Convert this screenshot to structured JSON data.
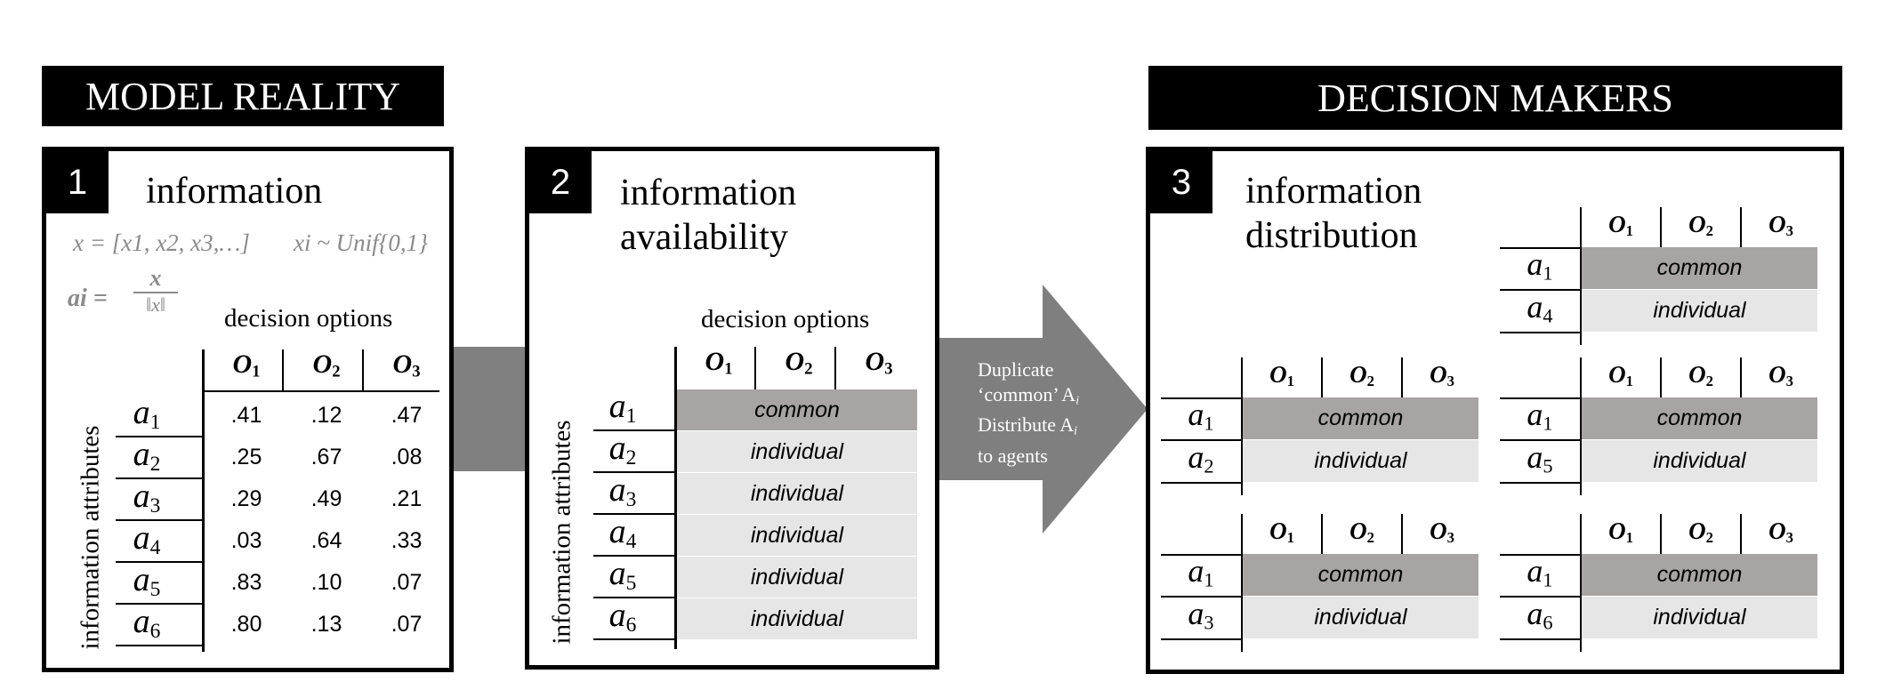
{
  "banners": {
    "model_reality": "MODEL REALITY",
    "decision_makers": "DECISION MAKERS"
  },
  "panel1": {
    "number": "1",
    "title": "information",
    "formula_x": "x = [x1, x2, x3,…]",
    "formula_dist": "xi ~ Unif{0,1}",
    "formula_a": "ai =",
    "decision_options": "decision options",
    "info_attributes": "information attributes",
    "options": [
      "O",
      "O",
      "O"
    ],
    "option_subs": [
      "1",
      "2",
      "3"
    ],
    "attributes": [
      "a",
      "a",
      "a",
      "a",
      "a",
      "a"
    ],
    "attribute_subs": [
      "1",
      "2",
      "3",
      "4",
      "5",
      "6"
    ],
    "values": [
      [
        ".41",
        ".12",
        ".47"
      ],
      [
        ".25",
        ".67",
        ".08"
      ],
      [
        ".29",
        ".49",
        ".21"
      ],
      [
        ".03",
        ".64",
        ".33"
      ],
      [
        ".83",
        ".10",
        ".07"
      ],
      [
        ".80",
        ".13",
        ".07"
      ]
    ]
  },
  "panel2": {
    "number": "2",
    "title_line1": "information",
    "title_line2": "availability",
    "decision_options": "decision options",
    "info_attributes": "information attributes",
    "rows": [
      "common",
      "individual",
      "individual",
      "individual",
      "individual",
      "individual"
    ]
  },
  "arrow": {
    "line1": "Duplicate",
    "line2": "‘common’ A",
    "line3": "Distribute A",
    "line4": "to agents",
    "sub": "i"
  },
  "panel3": {
    "number": "3",
    "title_line1": "information",
    "title_line2": "distribution",
    "common_label": "common",
    "individual_label": "individual",
    "agents": [
      {
        "first": "1",
        "second": "4"
      },
      {
        "first": "1",
        "second": "2"
      },
      {
        "first": "1",
        "second": "5"
      },
      {
        "first": "1",
        "second": "3"
      },
      {
        "first": "1",
        "second": "6"
      }
    ]
  },
  "colors": {
    "common": "#a8a4a4",
    "individual": "#e6e6e6",
    "arrow": "#7f7f7f",
    "connector": "#808080"
  }
}
